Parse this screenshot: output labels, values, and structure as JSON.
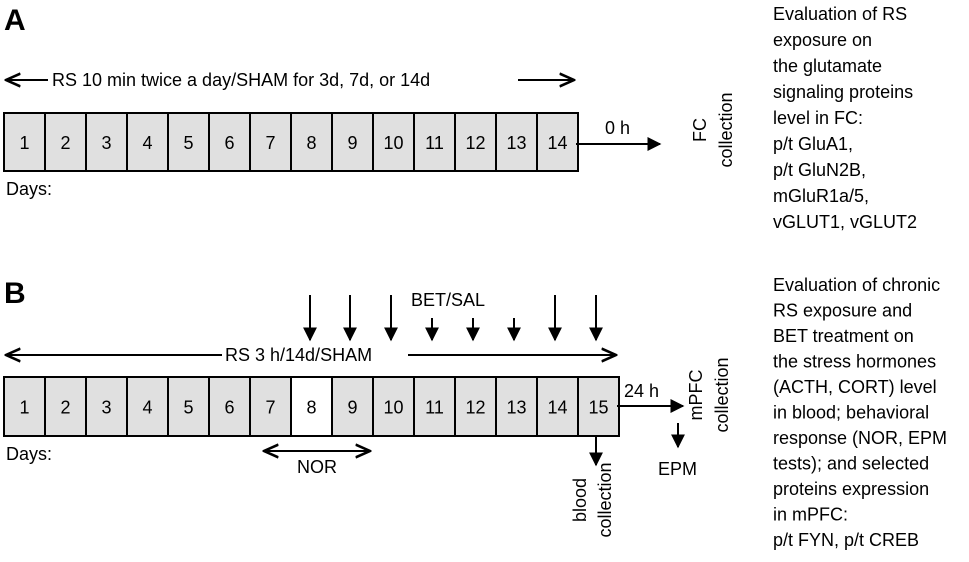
{
  "panel_a": {
    "letter": "A",
    "protocol_label": "RS 10 min twice a day/SHAM for 3d, 7d, or 14d",
    "days": [
      "1",
      "2",
      "3",
      "4",
      "5",
      "6",
      "7",
      "8",
      "9",
      "10",
      "11",
      "12",
      "13",
      "14"
    ],
    "days_label": "Days:",
    "timepoint": "0 h",
    "collection_label": [
      "FC",
      "collection"
    ],
    "description": [
      "Evaluation of RS",
      "exposure on",
      "the glutamate",
      "signaling proteins",
      "level in FC:",
      "p/t GluA1,",
      "p/t GluN2B,",
      "mGluR1a/5,",
      "vGLUT1, vGLUT2"
    ]
  },
  "panel_b": {
    "letter": "B",
    "treatment_label": "BET/SAL",
    "protocol_label": "RS 3 h/14d/SHAM",
    "days": [
      "1",
      "2",
      "3",
      "4",
      "5",
      "6",
      "7",
      "8",
      "9",
      "10",
      "11",
      "12",
      "13",
      "14",
      "15"
    ],
    "highlight_day": "8",
    "days_label": "Days:",
    "timepoint": "24 h",
    "nor_label": "NOR",
    "epm_label": "EPM",
    "blood_label": [
      "blood",
      "collection"
    ],
    "collection_label": [
      "mPFC",
      "collection"
    ],
    "description": [
      "Evaluation of chronic",
      "RS exposure and",
      "BET treatment on",
      "the stress hormones",
      "(ACTH, CORT) level",
      "in blood; behavioral",
      "response (NOR, EPM",
      "tests); and selected",
      "proteins expression",
      "in mPFC:",
      "p/t FYN, p/t CREB"
    ]
  }
}
